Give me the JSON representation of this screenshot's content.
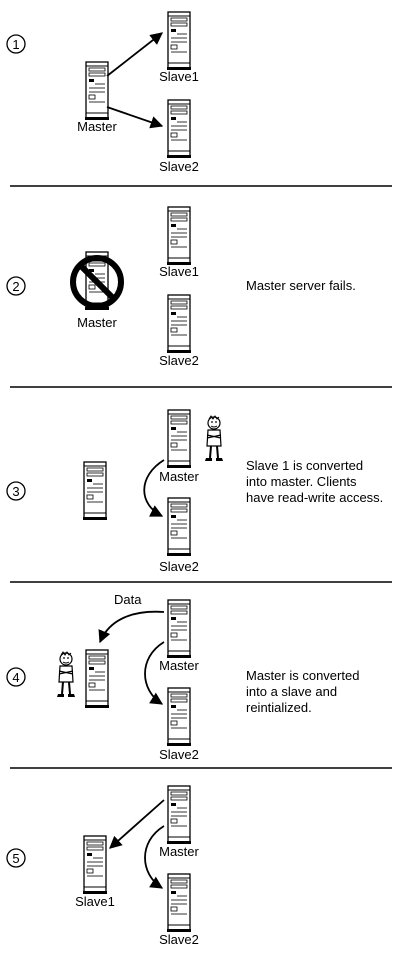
{
  "steps": [
    {
      "number": "1",
      "master_label": "Master",
      "slave1_label": "Slave1",
      "slave2_label": "Slave2"
    },
    {
      "number": "2",
      "master_label": "Master",
      "slave1_label": "Slave1",
      "slave2_label": "Slave2",
      "description": [
        "Master server fails."
      ]
    },
    {
      "number": "3",
      "master_label": "Master",
      "slave2_label": "Slave2",
      "description": [
        "Slave 1 is converted",
        "into master.  Clients",
        "have read-write access."
      ]
    },
    {
      "number": "4",
      "data_label": "Data",
      "master_label": "Master",
      "slave2_label": "Slave2",
      "description": [
        "Master is converted",
        "into a slave and",
        "reintialized."
      ]
    },
    {
      "number": "5",
      "master_label": "Master",
      "slave1_label": "Slave1",
      "slave2_label": "Slave2"
    }
  ],
  "icons": {
    "server": "server-tower-icon",
    "admin": "administrator-person-icon",
    "failed": "prohibited-icon"
  }
}
